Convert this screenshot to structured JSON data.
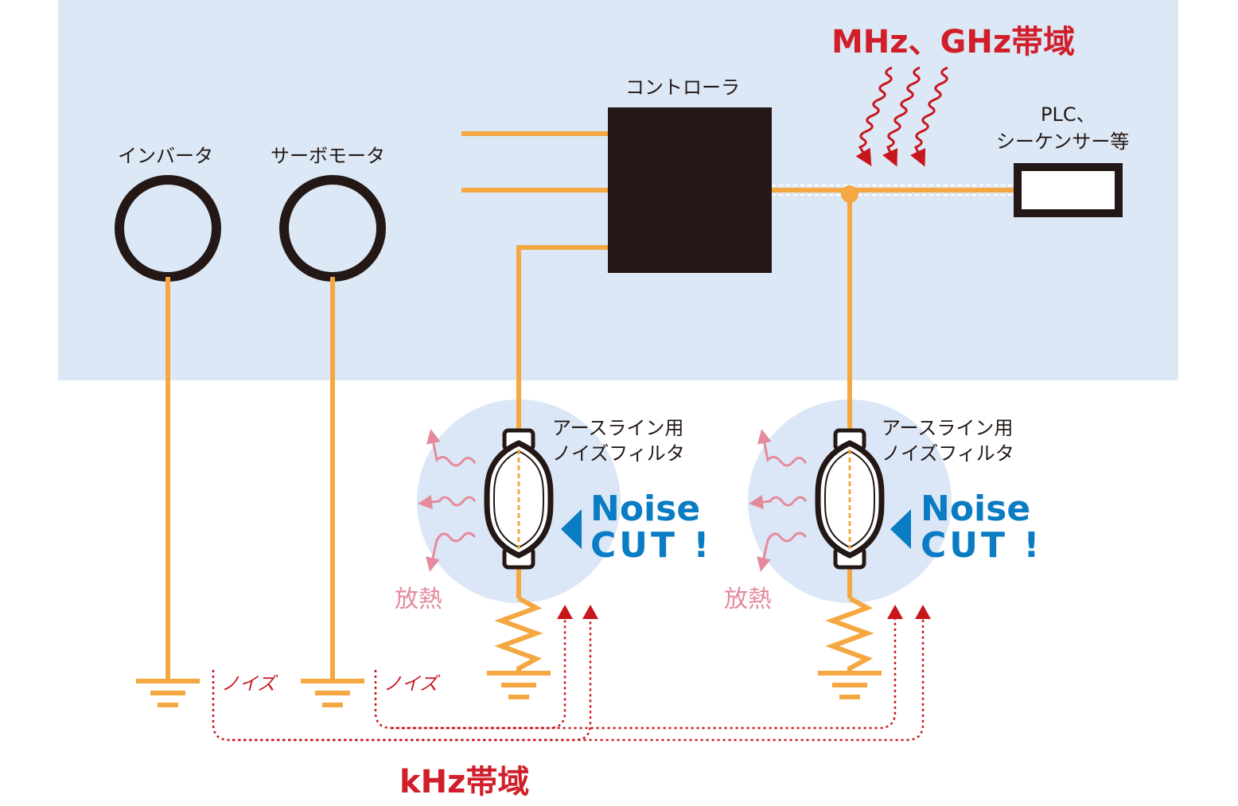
{
  "labels": {
    "inverter": "インバータ",
    "servo": "サーボモータ",
    "controller": "コントローラ",
    "plc_line1": "PLC、",
    "plc_line2": "シーケンサー等",
    "high_band": "MHz、GHz帯域",
    "low_band": "kHz帯域",
    "noise": "ノイズ",
    "filter_line1": "アースライン用",
    "filter_line2": "ノイズフィルタ",
    "heat": "放熱",
    "cut_line1": "Noise",
    "cut_line2": "CUT !"
  },
  "colors": {
    "panel_bg": "#dce8f5",
    "wire": "#f5a742",
    "dark": "#231815",
    "noise_red": "#c8161d",
    "heat_pink": "#e58a9c",
    "cut_blue": "#0a7cc3",
    "filter_glow": "#dbe7f6"
  },
  "icons": {
    "high_freq_arrows": "wavy-arrow-icon",
    "heat_arrows": "wavy-arrow-icon",
    "cut_marker": "triangle-left-icon",
    "ground": "ground-icon"
  }
}
